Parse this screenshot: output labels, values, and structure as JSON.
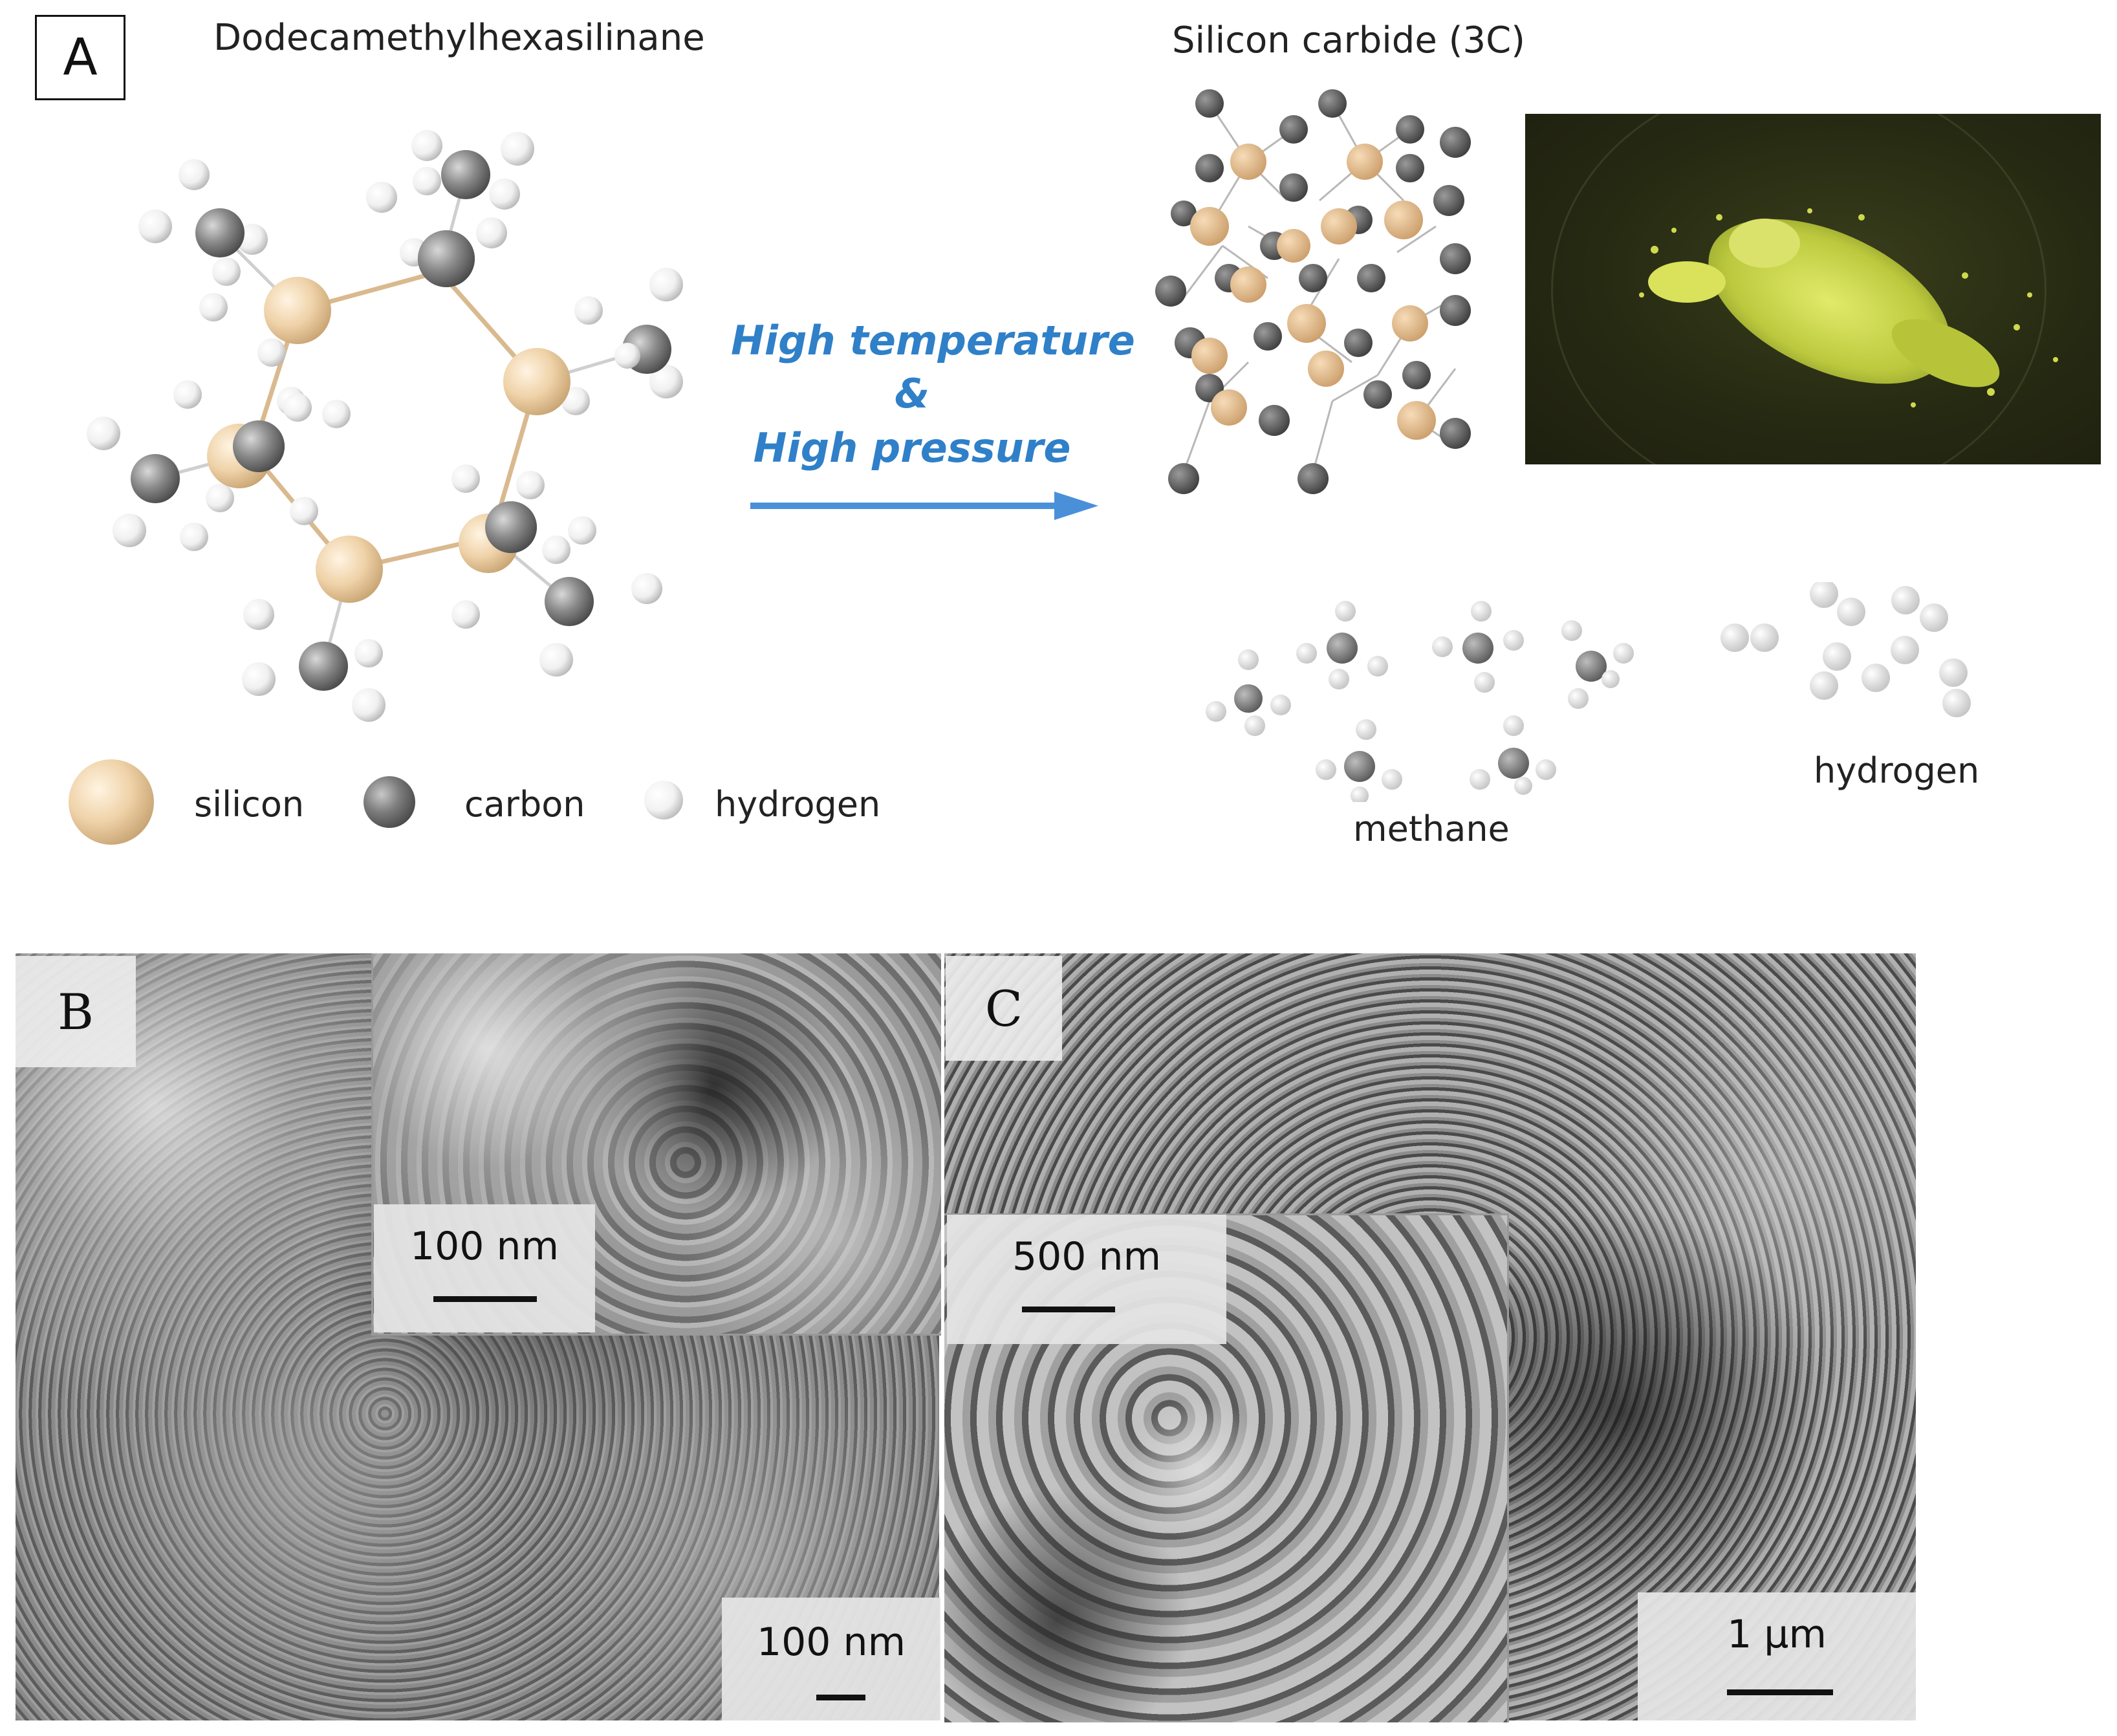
{
  "panel_a": {
    "label": "A",
    "molecule_title": "Dodecamethylhexasilinane",
    "product_title": "Silicon carbide (3C)",
    "reaction": {
      "line1": "High temperature",
      "line2": "&",
      "line3": "High pressure",
      "arrow_color": "#4a90d9"
    },
    "legend": {
      "silicon": "silicon",
      "carbon": "carbon",
      "hydrogen": "hydrogen"
    },
    "byproducts": {
      "methane": "methane",
      "hydrogen": "hydrogen"
    },
    "atom_colors": {
      "silicon": "#eccfa6",
      "carbon": "#7f7f7f",
      "hydrogen": "#f4f4f4",
      "bond": "#d9b98e"
    },
    "photo_powder_color": "#c8d24a"
  },
  "panel_b": {
    "label": "B",
    "inset_scale": "100 nm",
    "main_scale": "100 nm"
  },
  "panel_c": {
    "label": "C",
    "inset_scale": "500 nm",
    "main_scale": "1 μm"
  }
}
